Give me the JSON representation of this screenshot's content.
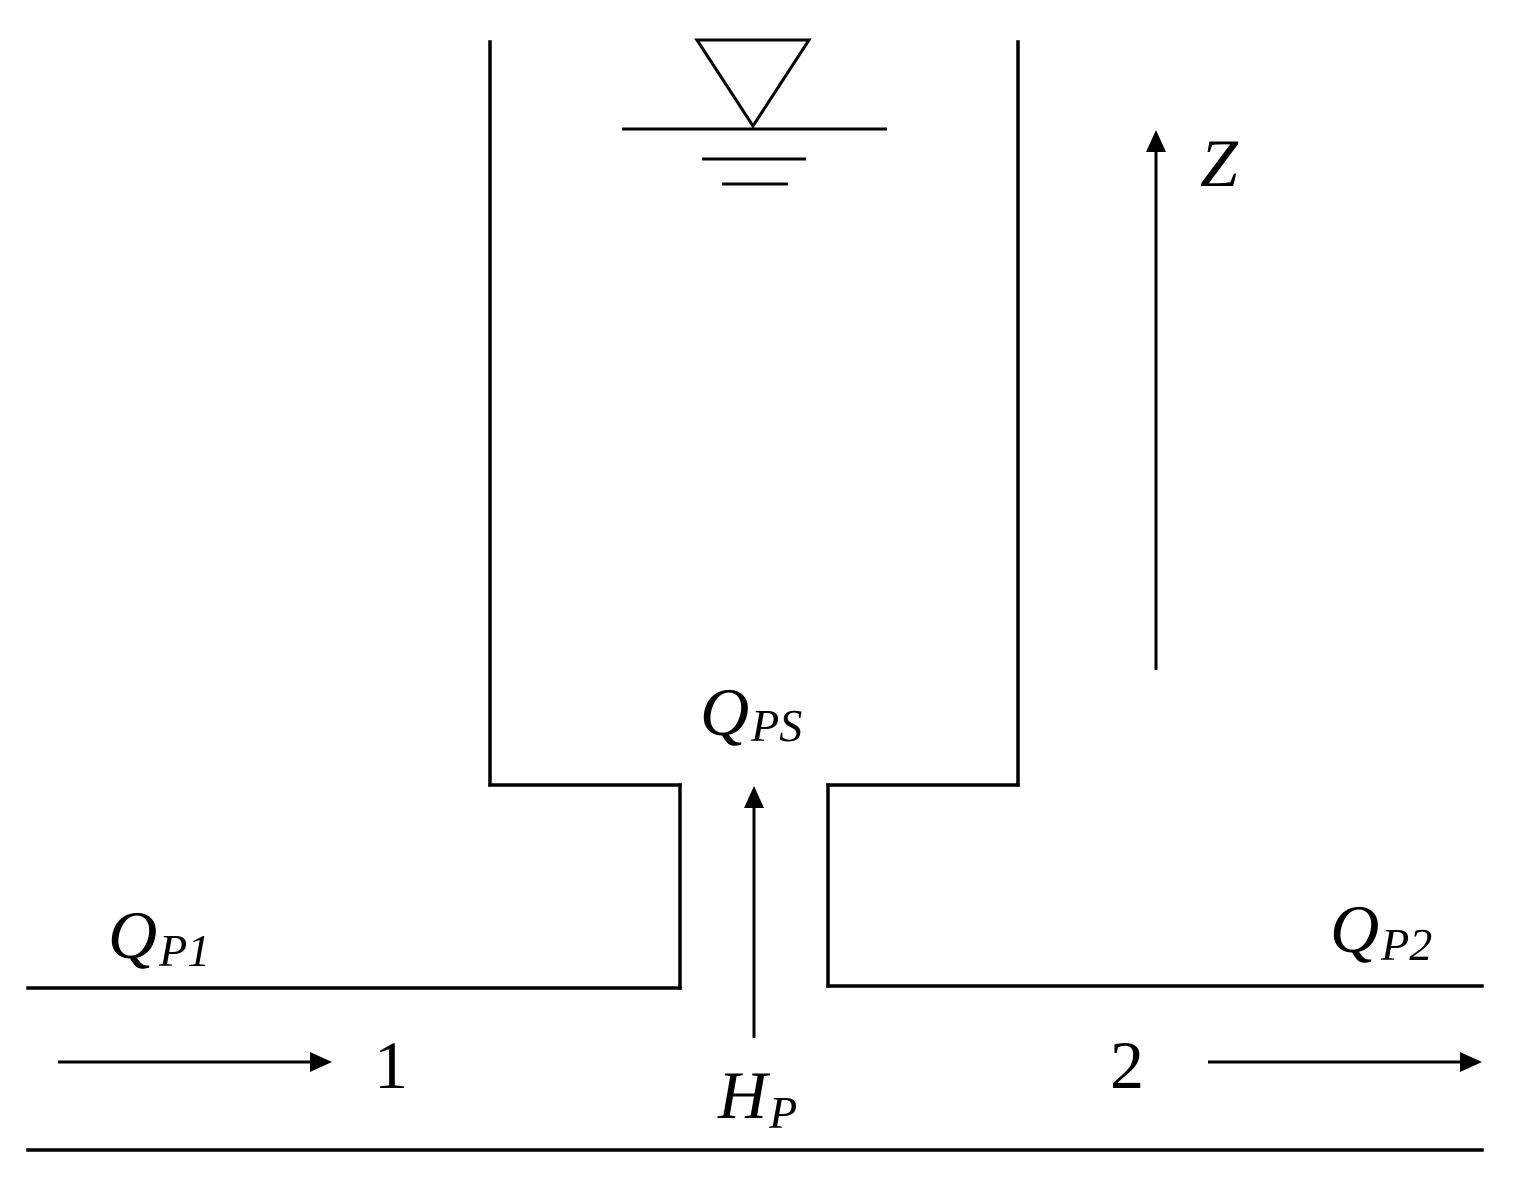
{
  "diagram": {
    "labels": {
      "z": "Z",
      "q_ps_main": "Q",
      "q_ps_sub": "PS",
      "q_p1_main": "Q",
      "q_p1_sub": "P1",
      "q_p2_main": "Q",
      "q_p2_sub": "P2",
      "h_p_main": "H",
      "h_p_sub": "P",
      "pipe_1": "1",
      "pipe_2": "2"
    },
    "icons": {
      "water_level": "water-surface-symbol"
    },
    "colors": {
      "stroke": "#000000",
      "background": "#ffffff"
    }
  }
}
